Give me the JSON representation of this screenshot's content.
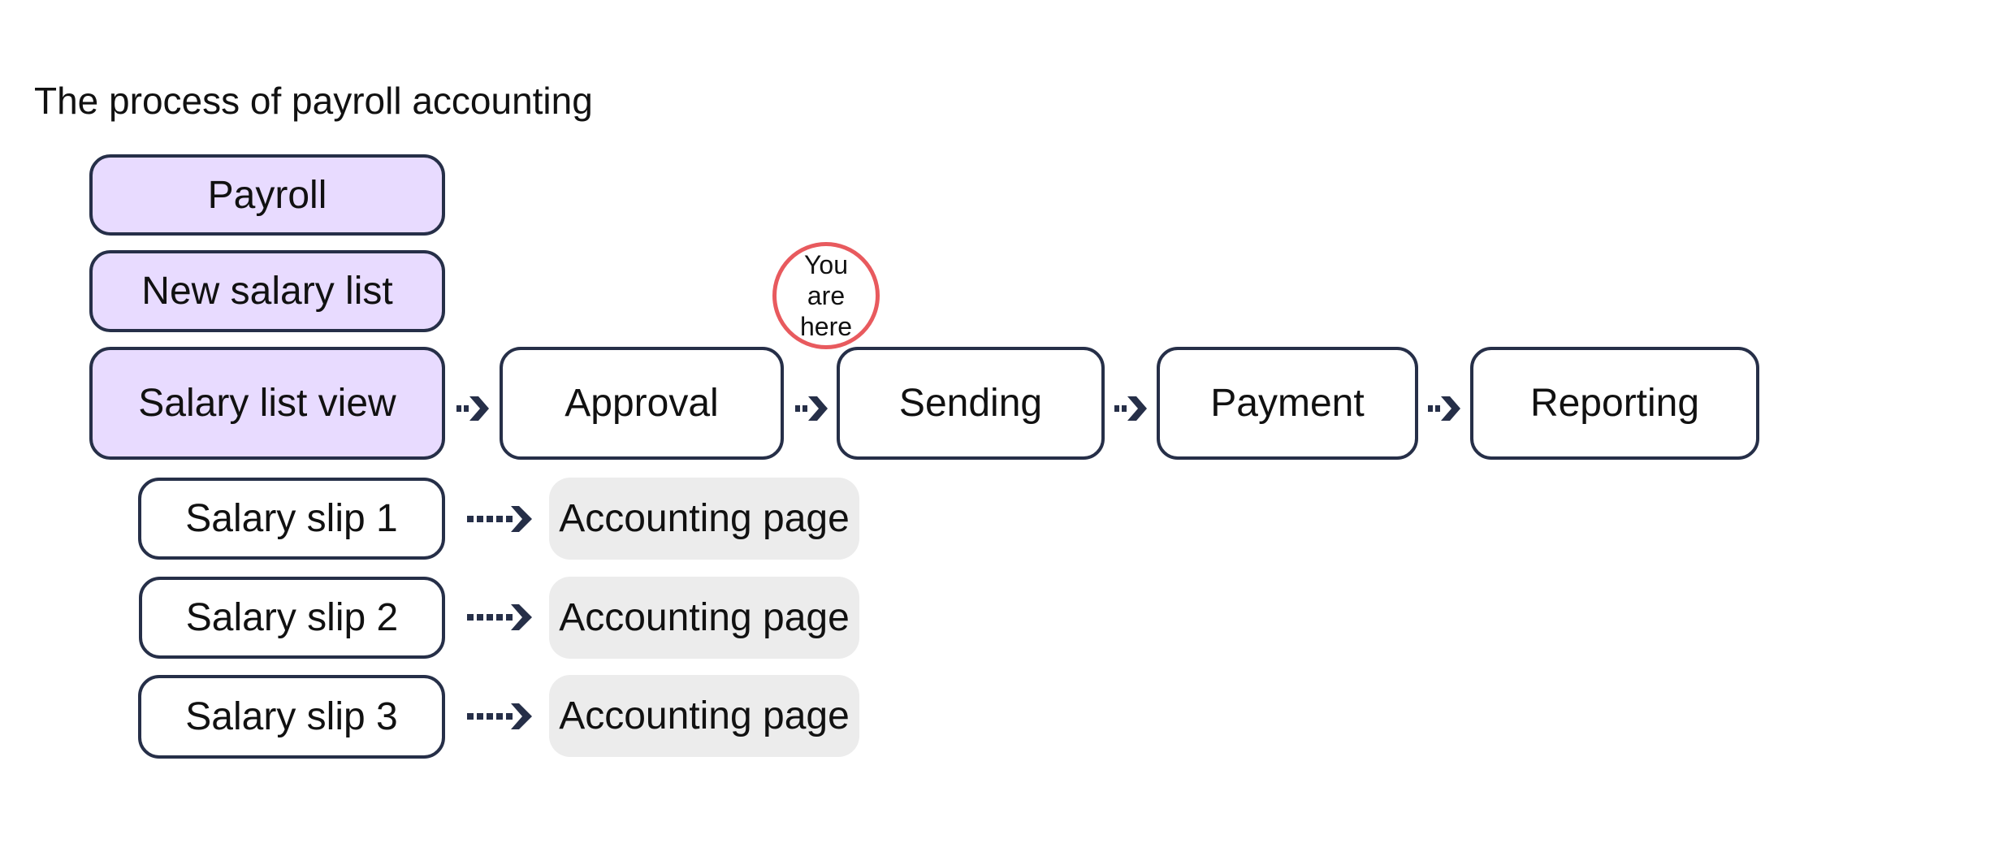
{
  "title": "The process of payroll accounting",
  "colors": {
    "border": "#262f48",
    "arrow": "#262f48",
    "highlight_fill": "#e8dbff",
    "accounting_fill": "#ececec",
    "marker_ring": "#e85a5e"
  },
  "left_column": {
    "payroll": "Payroll",
    "new_salary_list": "New salary list",
    "salary_list_view": "Salary list view"
  },
  "flow": {
    "approval": "Approval",
    "sending": "Sending",
    "payment": "Payment",
    "reporting": "Reporting"
  },
  "marker": {
    "text": "You are here"
  },
  "slips": [
    {
      "label": "Salary slip 1",
      "target": "Accounting page"
    },
    {
      "label": "Salary slip 2",
      "target": "Accounting page"
    },
    {
      "label": "Salary slip 3",
      "target": "Accounting page"
    }
  ],
  "icons": {
    "flow_arrow": "chevron-right-icon",
    "slip_arrow": "dashed-arrow-icon"
  }
}
